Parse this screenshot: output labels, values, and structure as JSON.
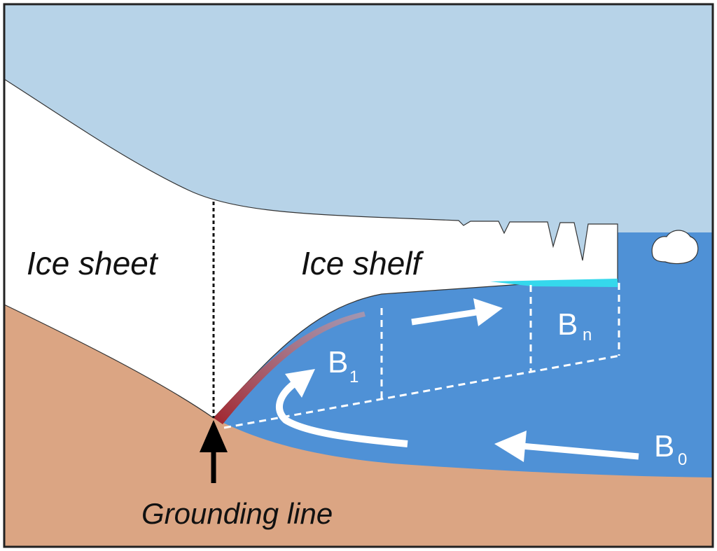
{
  "labels": {
    "ice_sheet": "Ice sheet",
    "ice_shelf": "Ice shelf",
    "grounding_line": "Grounding line"
  },
  "boxes": {
    "b1_main": "B",
    "b1_sub": "1",
    "bn_main": "B",
    "bn_sub": "n",
    "b0_main": "B",
    "b0_sub": "0"
  },
  "colors": {
    "sky": "#b7d3e8",
    "ocean": "#4f91d6",
    "bedrock": "#dba583",
    "ice": "#ffffff",
    "melt_red": "#a0242d",
    "melt_cyan": "#35d8ec"
  }
}
